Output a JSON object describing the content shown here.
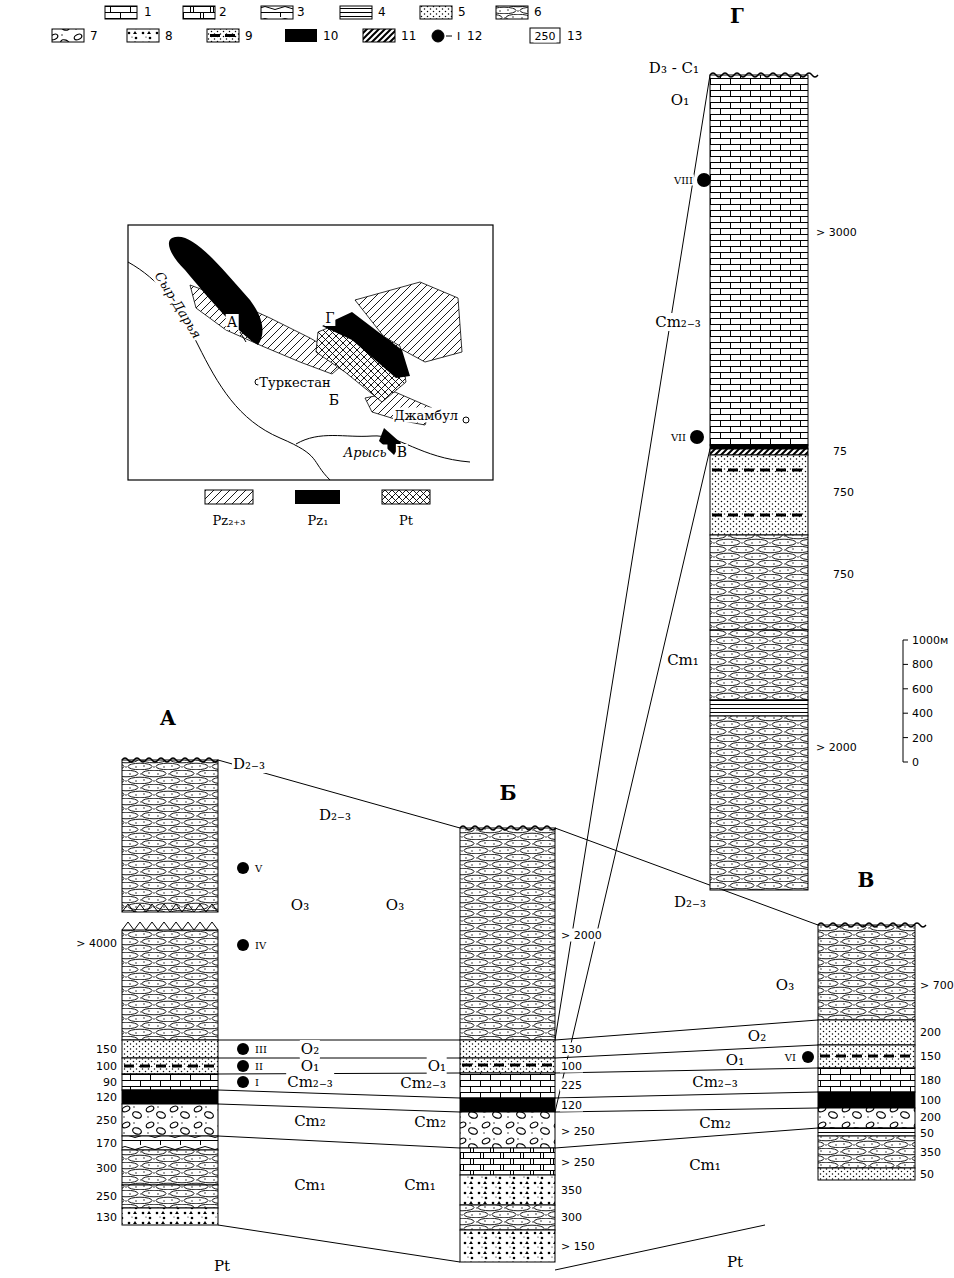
{
  "diagram": {
    "labels": [
      "Г",
      "D₃ - C₁",
      "O₁",
      "VIII",
      "> 3000",
      "Cm₂₋₃",
      "VII",
      "75",
      "750",
      "750",
      "Cm₁",
      "> 2000",
      "1000м",
      "800",
      "600",
      "400",
      "200",
      "0",
      "А",
      "D₂₋₃",
      "V",
      "IV",
      "O₃",
      "> 4000",
      "150",
      "100",
      "90",
      "120",
      "250",
      "170",
      "300",
      "250",
      "130",
      "III",
      "II",
      "I",
      "O₂",
      "O₁",
      "Cm₂₋₃",
      "Cm₂",
      "Cm₁",
      "Pt",
      "D₂₋₃",
      "Б",
      "O₃",
      "> 2000",
      "O₁",
      "Cm₂₋₃",
      "Cm₂",
      "Cm₁",
      "130",
      "100",
      "225",
      "120",
      "> 250",
      "> 250",
      "350",
      "300",
      "> 150",
      "D₂₋₃",
      "В",
      "O₃",
      "O₂",
      "O₁",
      "VI",
      "Cm₂₋₃",
      "Cm₂",
      "Cm₁",
      "> 700",
      "200",
      "150",
      "180",
      "100",
      "200",
      "50",
      "350",
      "50",
      "Pt",
      "А",
      "Сыр-Дарья",
      "Туркестан",
      "Г",
      "Б",
      "Джамбул",
      "Арысь",
      "В",
      "I",
      "250"
    ],
    "legend": [
      {
        "text": "1"
      },
      {
        "text": "2"
      },
      {
        "text": "3"
      },
      {
        "text": "4"
      },
      {
        "text": "5"
      },
      {
        "text": "6"
      },
      {
        "text": "7"
      },
      {
        "text": "8"
      },
      {
        "text": "9"
      },
      {
        "text": "10",
        "color": "#000000"
      },
      {
        "text": "11"
      },
      {
        "text": "12"
      },
      {
        "text": "13"
      },
      {
        "text": "Pz₂₊₃"
      },
      {
        "text": "Pz₁",
        "color": "#000000"
      },
      {
        "text": "Pt"
      }
    ]
  }
}
